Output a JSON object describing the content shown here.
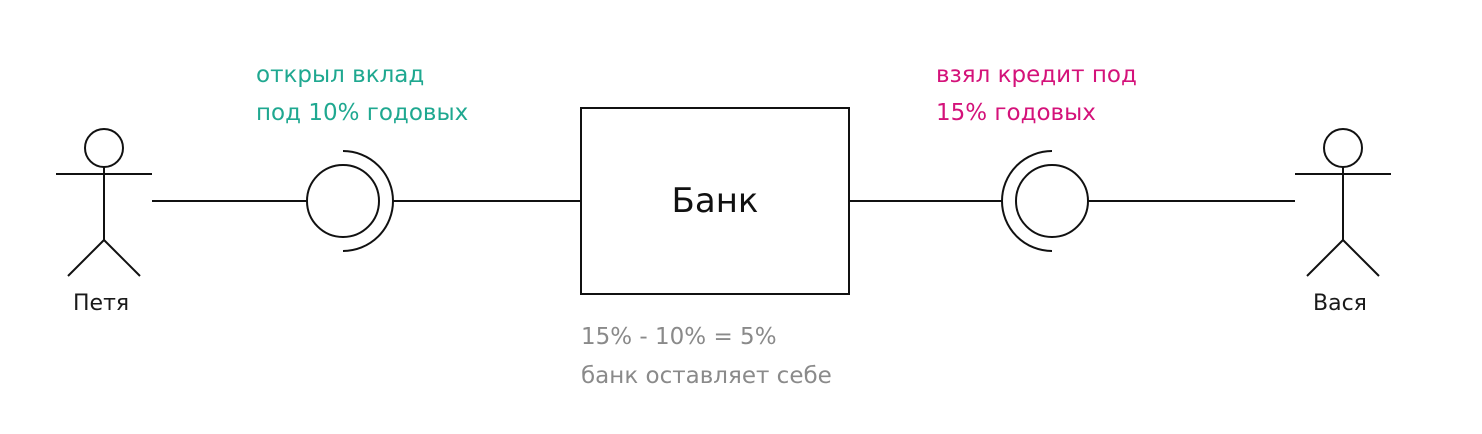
{
  "colors": {
    "deposit": "#1fa890",
    "credit": "#d4127a",
    "note": "#8a8a8a",
    "line": "#111111"
  },
  "actors": {
    "left": {
      "name": "Петя"
    },
    "right": {
      "name": "Вася"
    }
  },
  "bank": {
    "label": "Банк"
  },
  "deposit": {
    "line1": "открыл вклад",
    "line2": "под 10% годовых"
  },
  "credit": {
    "line1": "взял кредит под",
    "line2": "15% годовых"
  },
  "note": {
    "line1": "15% - 10% = 5%",
    "line2": "банк оставляет себе"
  }
}
